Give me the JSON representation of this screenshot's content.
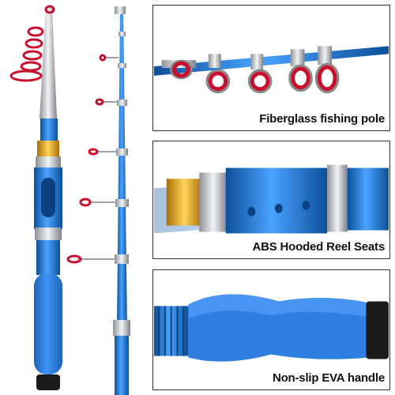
{
  "panels": [
    {
      "caption": "Fiberglass fishing pole",
      "subject": "rod-guides"
    },
    {
      "caption": "ABS Hooded Reel Seats",
      "subject": "reel-seat"
    },
    {
      "caption": "Non-slip EVA handle",
      "subject": "eva-handle"
    }
  ],
  "colors": {
    "rod_blue": "#1e73c8",
    "rod_blue_light": "#4aa3ff",
    "guide_ring_red": "#c8102e",
    "chrome": "#c9ccd1",
    "gold": "#e2a51c",
    "eva_blue": "#2f7fe0"
  }
}
